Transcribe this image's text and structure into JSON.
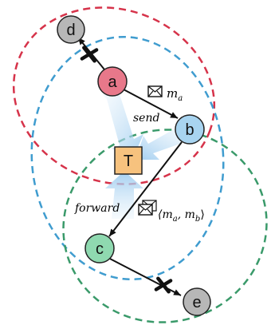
{
  "nodes": {
    "a": {
      "label": "a",
      "fill": "#e8788a"
    },
    "b": {
      "label": "b",
      "fill": "#a8d4f0"
    },
    "c": {
      "label": "c",
      "fill": "#8fd9b0"
    },
    "d": {
      "label": "d",
      "fill": "#b7b7b7"
    },
    "e": {
      "label": "e",
      "fill": "#b7b7b7"
    },
    "t": {
      "label": "T",
      "fill": "#f7c27e"
    }
  },
  "ranges": {
    "red": "#d6334a",
    "blue": "#3f9ccf",
    "green": "#3a9a6a"
  },
  "labels": {
    "send": "send",
    "forward": "forward",
    "msg_a": "m",
    "msg_a_sub": "a",
    "msg_ab": "⟨m",
    "msg_ab_sub_a": "a",
    "msg_ab_mid": ", m",
    "msg_ab_sub_b": "b",
    "msg_ab_end": "⟩"
  },
  "icons": [
    "envelope-icon",
    "envelope-stack-icon",
    "blocked-cross-icon"
  ]
}
